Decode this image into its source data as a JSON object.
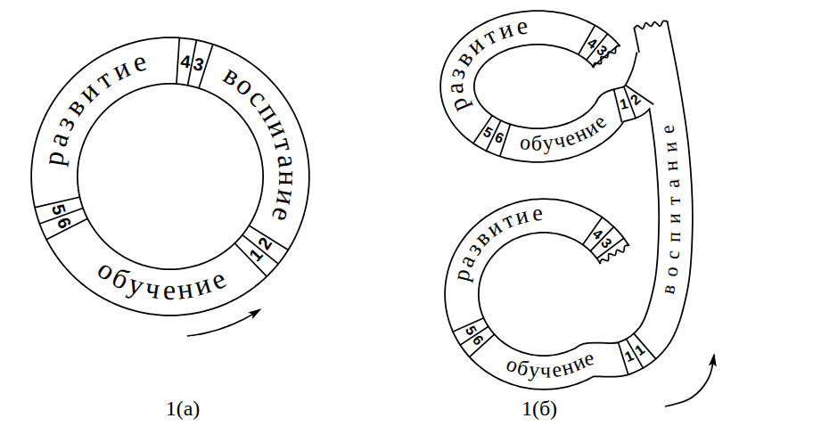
{
  "diagram": {
    "nodes": [
      {
        "text": [
          "развитие"
        ]
      },
      {
        "text": [
          "воспитание"
        ]
      },
      {
        "text": [
          "обучение"
        ]
      },
      {
        "text": [
          "развитие"
        ]
      },
      {
        "text": [
          "обучение"
        ]
      },
      {
        "text": [
          "воспитание"
        ]
      },
      {
        "text": [
          "развитие"
        ]
      },
      {
        "text": [
          "обучение"
        ]
      }
    ],
    "labels": [
      "4",
      "3",
      "5",
      "6",
      "1",
      "2",
      "4",
      "3",
      "5",
      "6",
      "1",
      "2",
      "4",
      "3",
      "5",
      "6",
      "1",
      "1",
      "1(а)",
      "1(б)"
    ]
  }
}
